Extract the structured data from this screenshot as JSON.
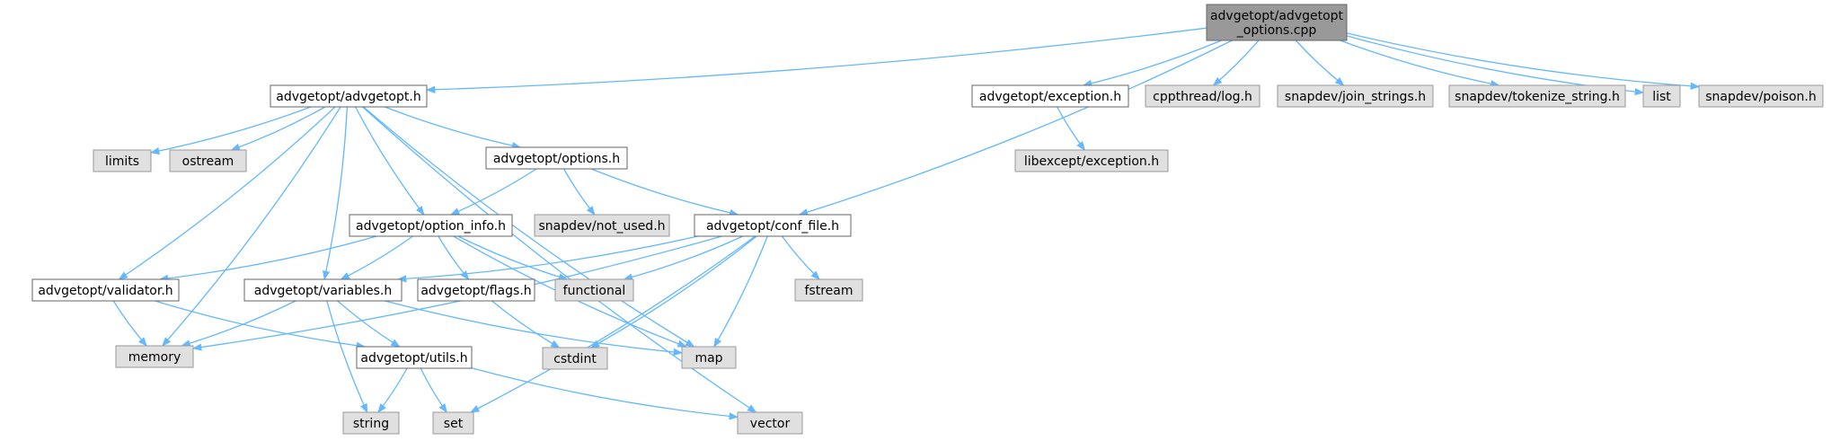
{
  "graph": {
    "colors": {
      "edge": "#63b8ff",
      "root_fill": "#999999",
      "local_fill": "#ffffff",
      "system_fill": "#e0e0e0",
      "border": "#666666"
    },
    "nodes": [
      {
        "id": "options_cpp",
        "label": "advgetopt/advgetopt\n_options.cpp",
        "kind": "root"
      },
      {
        "id": "advgetopt_h",
        "label": "advgetopt/advgetopt.h",
        "kind": "local"
      },
      {
        "id": "exception_h",
        "label": "advgetopt/exception.h",
        "kind": "local"
      },
      {
        "id": "cppthread_log",
        "label": "cppthread/log.h",
        "kind": "system"
      },
      {
        "id": "join_strings",
        "label": "snapdev/join_strings.h",
        "kind": "system"
      },
      {
        "id": "tokenize_string",
        "label": "snapdev/tokenize_string.h",
        "kind": "system"
      },
      {
        "id": "list",
        "label": "list",
        "kind": "system"
      },
      {
        "id": "poison",
        "label": "snapdev/poison.h",
        "kind": "system"
      },
      {
        "id": "limits",
        "label": "limits",
        "kind": "system"
      },
      {
        "id": "ostream",
        "label": "ostream",
        "kind": "system"
      },
      {
        "id": "options_h",
        "label": "advgetopt/options.h",
        "kind": "local"
      },
      {
        "id": "libexcept",
        "label": "libexcept/exception.h",
        "kind": "system"
      },
      {
        "id": "option_info_h",
        "label": "advgetopt/option_info.h",
        "kind": "local"
      },
      {
        "id": "not_used",
        "label": "snapdev/not_used.h",
        "kind": "system"
      },
      {
        "id": "conf_file_h",
        "label": "advgetopt/conf_file.h",
        "kind": "local"
      },
      {
        "id": "validator_h",
        "label": "advgetopt/validator.h",
        "kind": "local"
      },
      {
        "id": "variables_h",
        "label": "advgetopt/variables.h",
        "kind": "local"
      },
      {
        "id": "flags_h",
        "label": "advgetopt/flags.h",
        "kind": "local"
      },
      {
        "id": "functional",
        "label": "functional",
        "kind": "system"
      },
      {
        "id": "fstream",
        "label": "fstream",
        "kind": "system"
      },
      {
        "id": "memory",
        "label": "memory",
        "kind": "system"
      },
      {
        "id": "utils_h",
        "label": "advgetopt/utils.h",
        "kind": "local"
      },
      {
        "id": "cstdint",
        "label": "cstdint",
        "kind": "system"
      },
      {
        "id": "map",
        "label": "map",
        "kind": "system"
      },
      {
        "id": "string",
        "label": "string",
        "kind": "system"
      },
      {
        "id": "set",
        "label": "set",
        "kind": "system"
      },
      {
        "id": "vector",
        "label": "vector",
        "kind": "system"
      }
    ],
    "edges": [
      [
        "options_cpp",
        "advgetopt_h"
      ],
      [
        "options_cpp",
        "exception_h"
      ],
      [
        "options_cpp",
        "cppthread_log"
      ],
      [
        "options_cpp",
        "join_strings"
      ],
      [
        "options_cpp",
        "tokenize_string"
      ],
      [
        "options_cpp",
        "list"
      ],
      [
        "options_cpp",
        "poison"
      ],
      [
        "options_cpp",
        "conf_file_h"
      ],
      [
        "advgetopt_h",
        "limits"
      ],
      [
        "advgetopt_h",
        "ostream"
      ],
      [
        "advgetopt_h",
        "options_h"
      ],
      [
        "advgetopt_h",
        "option_info_h"
      ],
      [
        "advgetopt_h",
        "validator_h"
      ],
      [
        "advgetopt_h",
        "variables_h"
      ],
      [
        "advgetopt_h",
        "memory"
      ],
      [
        "advgetopt_h",
        "map"
      ],
      [
        "advgetopt_h",
        "vector"
      ],
      [
        "exception_h",
        "libexcept"
      ],
      [
        "options_h",
        "option_info_h"
      ],
      [
        "options_h",
        "not_used"
      ],
      [
        "options_h",
        "conf_file_h"
      ],
      [
        "option_info_h",
        "validator_h"
      ],
      [
        "option_info_h",
        "variables_h"
      ],
      [
        "option_info_h",
        "flags_h"
      ],
      [
        "option_info_h",
        "functional"
      ],
      [
        "option_info_h",
        "map"
      ],
      [
        "conf_file_h",
        "variables_h"
      ],
      [
        "conf_file_h",
        "functional"
      ],
      [
        "conf_file_h",
        "fstream"
      ],
      [
        "conf_file_h",
        "memory"
      ],
      [
        "conf_file_h",
        "cstdint"
      ],
      [
        "conf_file_h",
        "map"
      ],
      [
        "conf_file_h",
        "set"
      ],
      [
        "validator_h",
        "memory"
      ],
      [
        "validator_h",
        "utils_h"
      ],
      [
        "variables_h",
        "memory"
      ],
      [
        "variables_h",
        "utils_h"
      ],
      [
        "variables_h",
        "map"
      ],
      [
        "variables_h",
        "string"
      ],
      [
        "flags_h",
        "cstdint"
      ],
      [
        "utils_h",
        "string"
      ],
      [
        "utils_h",
        "set"
      ],
      [
        "utils_h",
        "vector"
      ]
    ]
  }
}
